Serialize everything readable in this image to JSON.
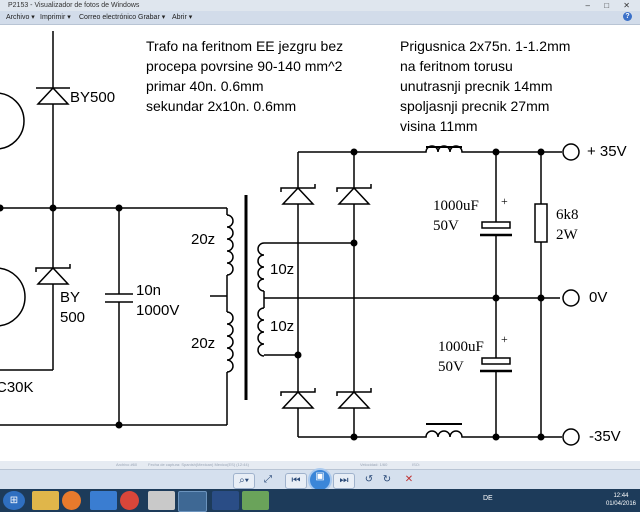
{
  "window": {
    "title": "P2153 - Visualizador de fotos de Windows",
    "controls": [
      "–",
      "□",
      "✕"
    ]
  },
  "menu": {
    "items": [
      {
        "label": "Archivo ▾"
      },
      {
        "label": "Imprimir ▾"
      },
      {
        "label": "Correo electrónico"
      },
      {
        "label": "Grabar ▾"
      },
      {
        "label": "Abrir ▾"
      }
    ],
    "help_label": "?"
  },
  "notes": {
    "trafo": [
      "Trafo na feritnom EE jezgru bez",
      "procepa povrsine 90-140 mm^2",
      "primar 40n. 0.6mm",
      "sekundar 2x10n. 0.6mm"
    ],
    "choke": [
      "Prigusnica 2x75n. 1-1.2mm",
      "na feritnom torusu",
      "unutrasnji precnik 14mm",
      "spoljasnji precnik 27mm",
      "visina 11mm"
    ]
  },
  "labels": {
    "by500_top": "BY500",
    "by_bottom_line1": "BY",
    "by_bottom_line2": "500",
    "cap_value": "10n",
    "cap_voltage": "1000V",
    "winding_top": "20z",
    "winding_bottom": "20z",
    "sec_top": "10z",
    "sec_bottom": "10z",
    "c1_value": "1000uF",
    "c1_voltage": "50V",
    "c2_value": "1000uF",
    "c2_voltage": "50V",
    "plus_sign_1": "+",
    "plus_sign_2": "+",
    "res_value": "6k8",
    "res_power": "2W",
    "out_pos": "+ 35V",
    "out_zero": "0V",
    "out_neg": "-35V",
    "transistor": "C30K"
  },
  "infostrip": [
    "Archivo #60",
    "Fecha de captura: Spanish(Mexican) Mexico(ES) (12:44)",
    "Velocidad: 1/60",
    "ISO:"
  ],
  "viewer": {
    "zoom": "⌕▾",
    "fit": "⤢",
    "prev": "⏮",
    "slideshow": "▣",
    "next": "⏭",
    "rotate_left": "↺",
    "rotate_right": "↻",
    "delete": "✕"
  },
  "taskbar": {
    "start_glyph": "⊞",
    "apps": [
      "explorer",
      "firefox",
      "media",
      "chrome",
      "files",
      "photos",
      "photoshop",
      "paint"
    ],
    "language": "DE",
    "time": "12:44",
    "date": "01/04/2016"
  }
}
